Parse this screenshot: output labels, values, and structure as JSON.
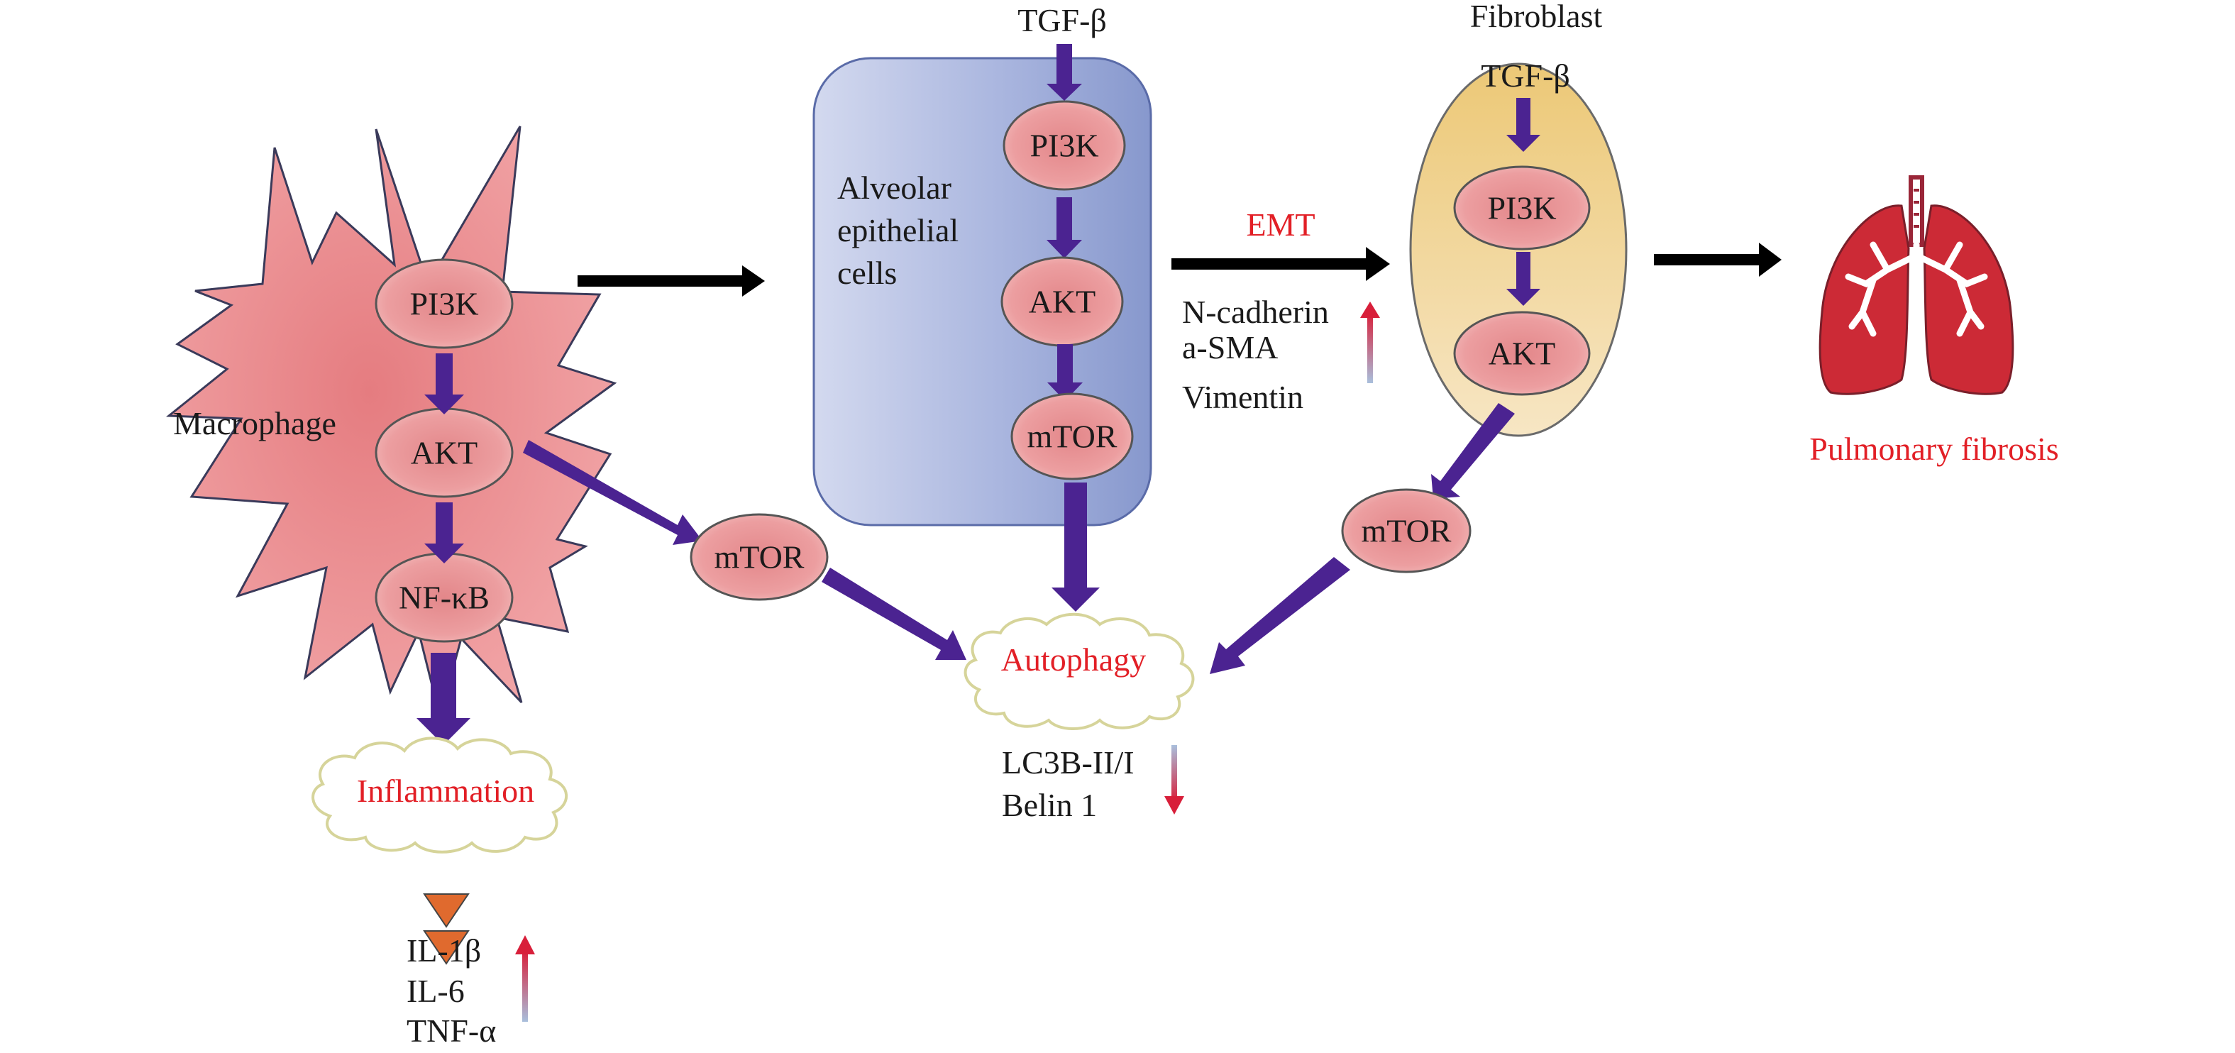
{
  "title": "PI3K/AKT/mTOR signaling in macrophages, alveolar epithelial cells and fibroblasts leading to pulmonary fibrosis",
  "colors": {
    "macrophage_fill": "#ec8f92",
    "epithelial_fill_light": "#c9d0ea",
    "epithelial_fill_dark": "#8b9dd0",
    "fibroblast_fill": "#f0cf84",
    "node_fill": "#e8898c",
    "pathway_arrow": "#4b2391",
    "flow_arrow": "#000000",
    "highlight_text": "#e21f26",
    "lung": "#cc2a36",
    "triangle": "#e06a2e",
    "up_arrow_top": "#d81f3a",
    "up_arrow_bottom": "#a9bfdc"
  },
  "macrophage": {
    "label": "Macrophage",
    "nodes": [
      "PI3K",
      "AKT",
      "NF-κB"
    ]
  },
  "inflammation": {
    "label": "Inflammation",
    "markers": [
      "IL-1β",
      "IL-6",
      "TNF-α"
    ],
    "trend": "up",
    "trend_icon": "up-arrow-icon"
  },
  "macrophage_mtor": {
    "label": "mTOR"
  },
  "epithelial": {
    "input": "TGF-β",
    "label_lines": [
      "Alveolar",
      "epithelial",
      "cells"
    ],
    "nodes": [
      "PI3K",
      "AKT",
      "mTOR"
    ]
  },
  "emt": {
    "label": "EMT",
    "markers": [
      "N-cadherin",
      "a-SMA",
      "Vimentin"
    ],
    "trend": "up",
    "trend_icon": "up-arrow-icon"
  },
  "fibroblast": {
    "label": "Fibroblast",
    "input": "TGF-β",
    "nodes": [
      "PI3K",
      "AKT"
    ]
  },
  "fibroblast_mtor": {
    "label": "mTOR"
  },
  "autophagy": {
    "label": "Autophagy",
    "markers": [
      "LC3B-II/I",
      "Belin 1"
    ],
    "trend": "down",
    "trend_icon": "down-arrow-icon"
  },
  "outcome": {
    "label": "Pulmonary fibrosis",
    "icon": "lungs-icon"
  }
}
